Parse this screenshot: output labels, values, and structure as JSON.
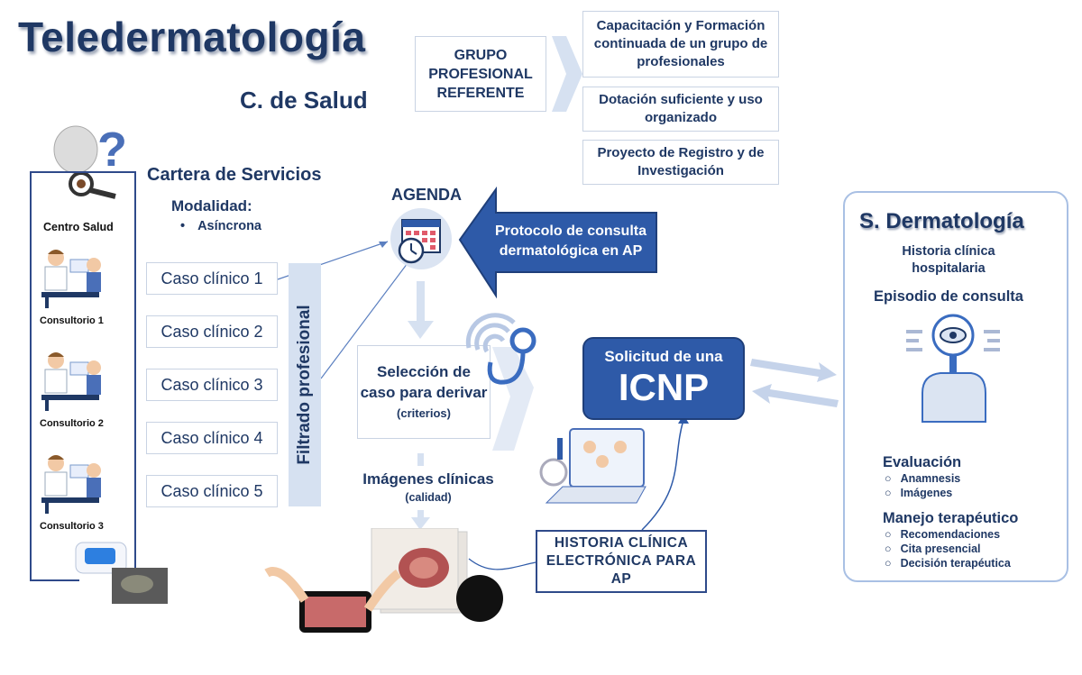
{
  "title": "Teledermatología",
  "subtitle": "C. de Salud",
  "grupo": "GRUPO PROFESIONAL REFERENTE",
  "top_boxes": [
    "Capacitación y Formación continuada de un grupo de profesionales",
    "Dotación suficiente y uso organizado",
    "Proyecto de Registro y de Investigación"
  ],
  "cartera": {
    "title": "Cartera de Servicios",
    "modalidad": "Modalidad:",
    "item": "Asíncrona"
  },
  "centro": {
    "label": "Centro Salud",
    "consultorios": [
      "Consultorio 1",
      "Consultorio 2",
      "Consultorio 3"
    ]
  },
  "casos": [
    "Caso clínico 1",
    "Caso clínico 2",
    "Caso clínico 3",
    "Caso clínico 4",
    "Caso clínico 5"
  ],
  "filtrado": "Filtrado profesional",
  "agenda": "AGENDA",
  "protocolo": "Protocolo de consulta dermatológica en AP",
  "seleccion": {
    "main": "Selección de caso para derivar",
    "sub": "(criterios)"
  },
  "imagenes": {
    "main": "Imágenes clínicas",
    "sub": "(calidad)"
  },
  "icnp": {
    "top": "Solicitud de una",
    "main": "ICNP"
  },
  "historia_ap": "HISTORIA CLÍNICA ELECTRÓNICA PARA AP",
  "sderma": {
    "title": "S. Dermatología",
    "historia": "Historia clínica hospitalaria",
    "episodio": "Episodio de consulta",
    "evaluacion": "Evaluación",
    "evaluacion_items": [
      "Anamnesis",
      "Imágenes"
    ],
    "manejo": "Manejo terapéutico",
    "manejo_items": [
      "Recomendaciones",
      "Cita presencial",
      "Decisión terapéutica"
    ]
  },
  "colors": {
    "navy": "#1f3864",
    "accent": "#2e5aa8",
    "light": "#d6e1f1"
  }
}
